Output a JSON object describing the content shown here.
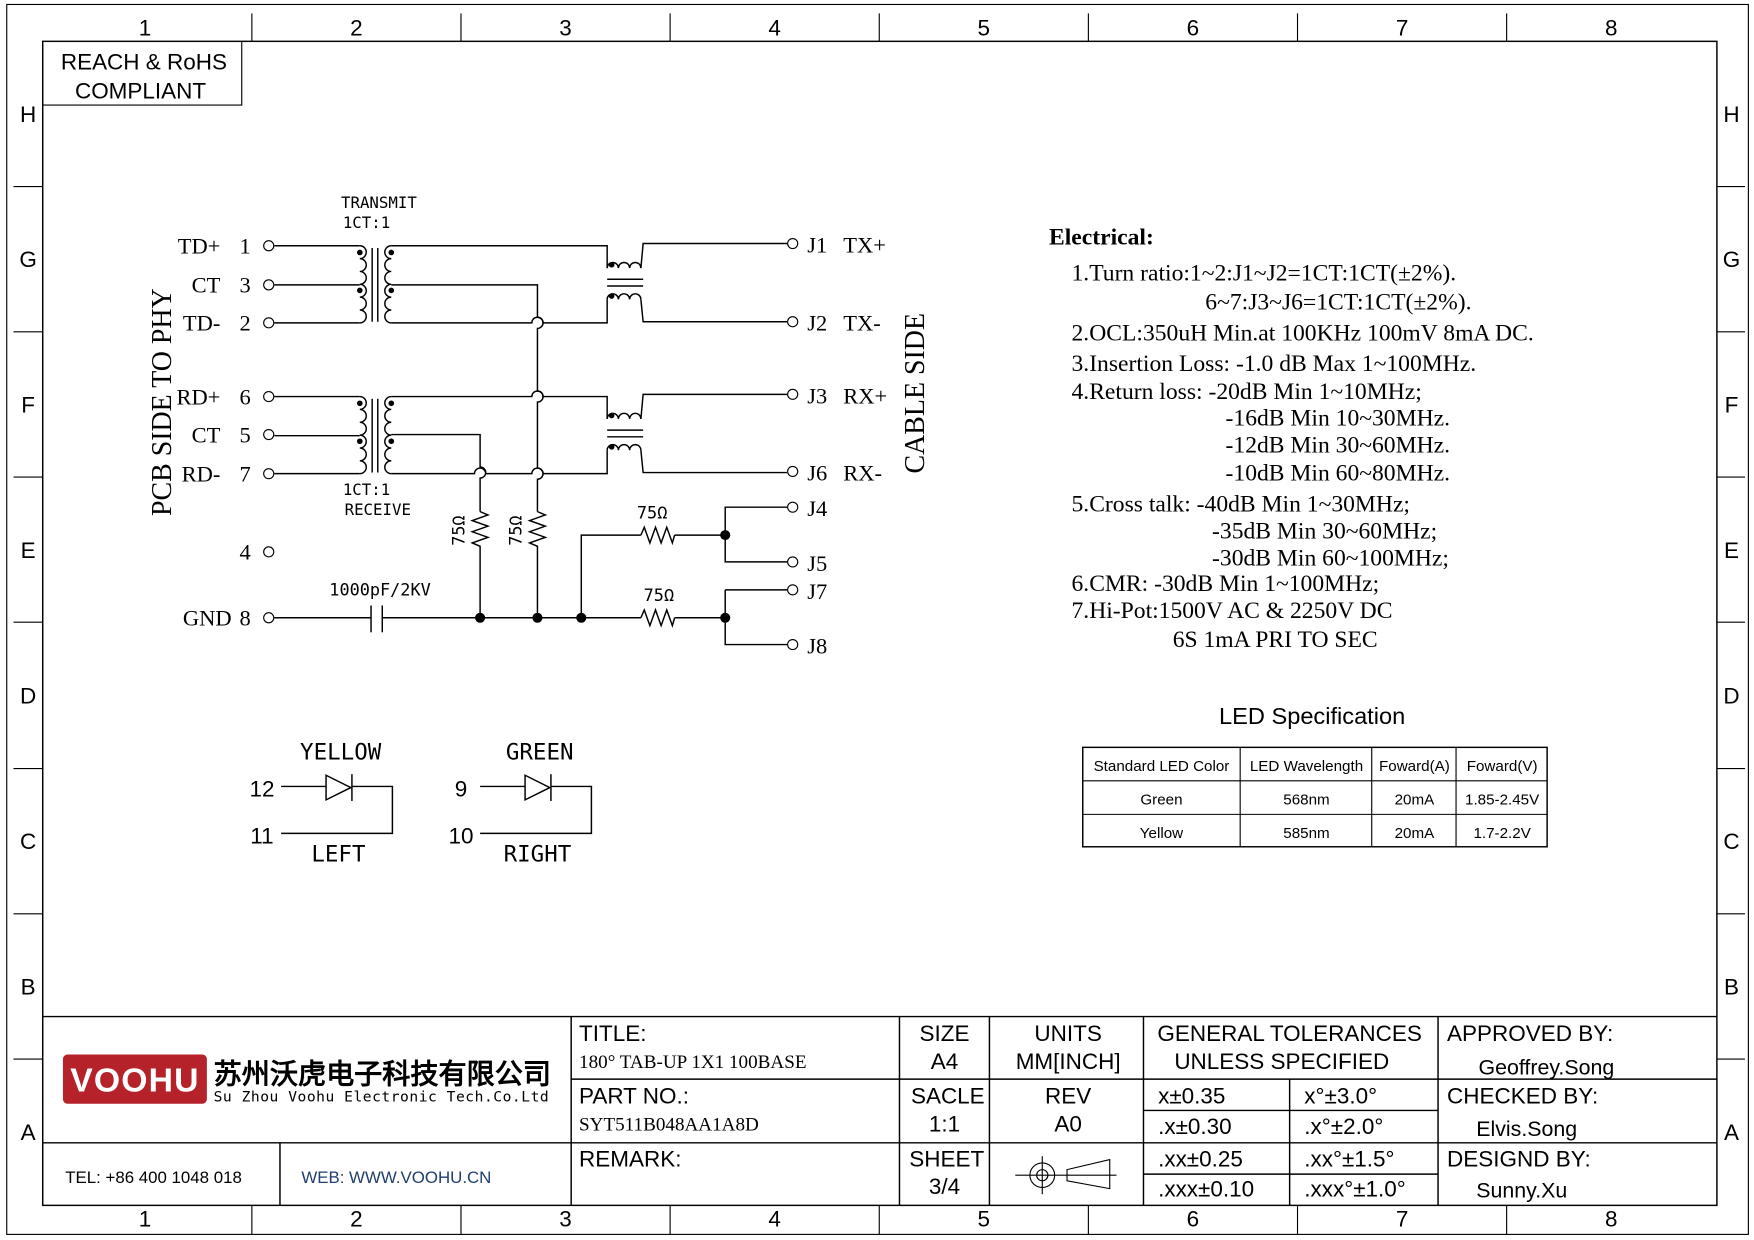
{
  "compliance": {
    "line1": "REACH & RoHS",
    "line2": "COMPLIANT"
  },
  "grid": {
    "columns": [
      "1",
      "2",
      "3",
      "4",
      "5",
      "6",
      "7",
      "8"
    ],
    "rows": [
      "H",
      "G",
      "F",
      "E",
      "D",
      "C",
      "B",
      "A"
    ]
  },
  "schematic": {
    "left_side_label": "PCB SIDE TO PHY",
    "right_side_label": "CABLE SIDE",
    "transmit_label": "TRANSMIT",
    "transmit_ratio": "1CT:1",
    "receive_ratio": "1CT:1",
    "receive_label": "RECEIVE",
    "capacitor_label": "1000pF/2KV",
    "resistor_label": "75Ω",
    "left_pins": [
      {
        "name": "TD+",
        "num": "1"
      },
      {
        "name": "CT",
        "num": "3"
      },
      {
        "name": "TD-",
        "num": "2"
      },
      {
        "name": "RD+",
        "num": "6"
      },
      {
        "name": "CT",
        "num": "5"
      },
      {
        "name": "RD-",
        "num": "7"
      },
      {
        "name": "",
        "num": "4"
      },
      {
        "name": "GND",
        "num": "8"
      }
    ],
    "right_pins": [
      {
        "num": "J1",
        "name": "TX+"
      },
      {
        "num": "J2",
        "name": "TX-"
      },
      {
        "num": "J3",
        "name": "RX+"
      },
      {
        "num": "J6",
        "name": "RX-"
      },
      {
        "num": "J4",
        "name": ""
      },
      {
        "num": "J5",
        "name": ""
      },
      {
        "num": "J7",
        "name": ""
      },
      {
        "num": "J8",
        "name": ""
      }
    ]
  },
  "leds": [
    {
      "color": "YELLOW",
      "pin_a": "12",
      "pin_b": "11",
      "position": "LEFT"
    },
    {
      "color": "GREEN",
      "pin_a": "9",
      "pin_b": "10",
      "position": "RIGHT"
    }
  ],
  "electrical": {
    "title": "Electrical:",
    "lines": [
      "1.Turn ratio:1~2:J1~J2=1CT:1CT(±2%).",
      "6~7:J3~J6=1CT:1CT(±2%).",
      "2.OCL:350uH Min.at 100KHz 100mV 8mA DC.",
      "3.Insertion Loss: -1.0 dB Max 1~100MHz.",
      "4.Return loss: -20dB Min 1~10MHz;",
      "-16dB Min 10~30MHz.",
      "-12dB Min 30~60MHz.",
      "-10dB Min 60~80MHz.",
      "5.Cross talk: -40dB Min 1~30MHz;",
      "-35dB Min 30~60MHz;",
      "-30dB Min 60~100MHz;",
      "6.CMR: -30dB Min 1~100MHz;",
      "7.Hi-Pot:1500V AC & 2250V DC",
      "6S 1mA PRI TO SEC"
    ]
  },
  "led_spec": {
    "title": "LED Specification",
    "headers": [
      "Standard LED Color",
      "LED Wavelength",
      "Foward(A)",
      "Foward(V)"
    ],
    "rows": [
      [
        "Green",
        "568nm",
        "20mA",
        "1.85-2.45V"
      ],
      [
        "Yellow",
        "585nm",
        "20mA",
        "1.7-2.2V"
      ]
    ]
  },
  "title_block": {
    "logo_text": "VOOHU",
    "company_cn": "苏州沃虎电子科技有限公司",
    "company_en": "Su Zhou Voohu Electronic Tech.Co.Ltd",
    "tel": "TEL: +86 400 1048 018",
    "web": "WEB: WWW.VOOHU.CN",
    "title_label": "TITLE:",
    "title_value": "180° TAB-UP 1X1 100BASE",
    "part_label": "PART NO.:",
    "part_value": "SYT511B048AA1A8D",
    "remark_label": "REMARK:",
    "size_label": "SIZE",
    "size_value": "A4",
    "units_label": "UNITS",
    "units_value": "MM[INCH]",
    "scale_label": "SACLE",
    "scale_value": "1:1",
    "rev_label": "REV",
    "rev_value": "A0",
    "sheet_label": "SHEET",
    "sheet_value": "3/4",
    "tolerances_title1": "GENERAL TOLERANCES",
    "tolerances_title2": "UNLESS SPECIFIED",
    "tolerances": [
      [
        "x±0.35",
        "x°±3.0°"
      ],
      [
        ".x±0.30",
        ".x°±2.0°"
      ],
      [
        ".xx±0.25",
        ".xx°±1.5°"
      ],
      [
        ".xxx±0.10",
        ".xxx°±1.0°"
      ]
    ],
    "approved_label": "APPROVED BY:",
    "approved_value": "Geoffrey.Song",
    "checked_label": "CHECKED BY:",
    "checked_value": "Elvis.Song",
    "designed_label": "DESIGND BY:",
    "designed_value": "Sunny.Xu"
  },
  "colors": {
    "logo_red": "#b5222a",
    "web_blue": "#1f3f6e"
  }
}
